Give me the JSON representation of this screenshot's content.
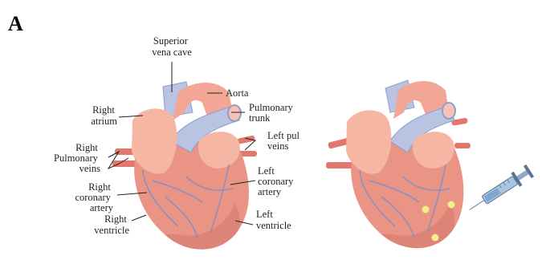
{
  "panel_letter": "A",
  "labels": {
    "superior_vena_cave": [
      "Superior",
      "vena cave"
    ],
    "aorta": [
      "Aorta"
    ],
    "pulmonary_trunk": [
      "Pulmonary",
      "trunk"
    ],
    "right_atrium": [
      "Right",
      "atrium"
    ],
    "left_pulmonary_veins": [
      "Left pul",
      "veins"
    ],
    "right_pulmonary_veins": [
      "Right",
      "Pulmonary",
      "veins"
    ],
    "right_coronary_artery": [
      "Right",
      "coronary",
      "artery"
    ],
    "left_coronary_artery": [
      "Left",
      "coronary",
      "artery"
    ],
    "right_ventricle": [
      "Right",
      "ventricle"
    ],
    "left_ventricle": [
      "Left",
      "ventricle"
    ]
  },
  "colors": {
    "ventricle": "#e99484",
    "ventricle_shade": "#d67a6c",
    "atrium": "#f6b6a4",
    "aorta": "#f3a596",
    "vena": "#b8c4e2",
    "vena_stroke": "#8f9fcb",
    "vessel": "#8a8fc2",
    "vein_stub": "#e4776d",
    "injection_dot": "#f4ef8a",
    "syringe": "#a9c6e0"
  }
}
